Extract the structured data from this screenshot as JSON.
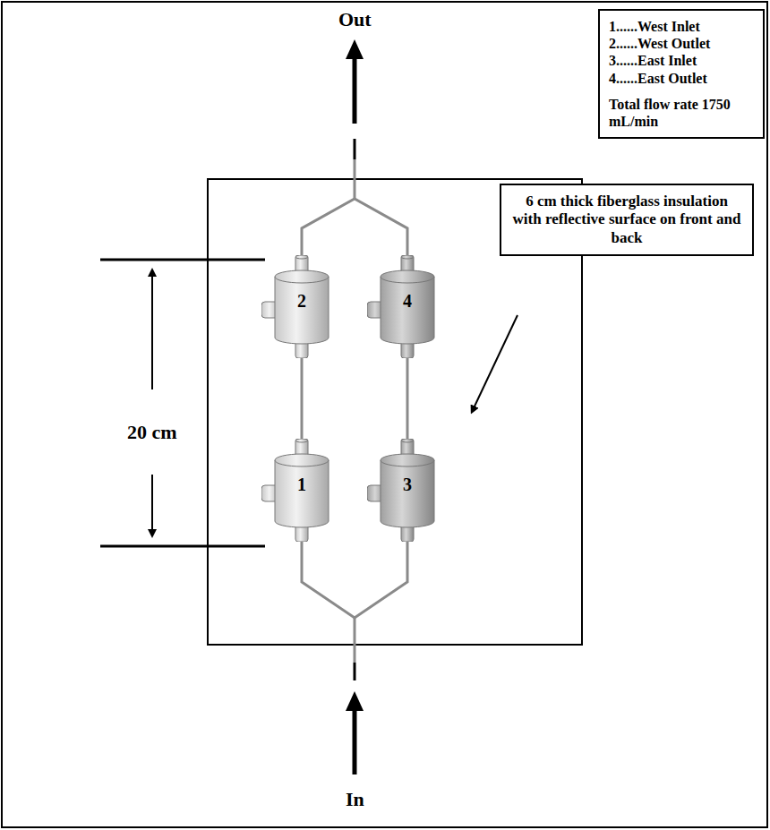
{
  "diagram": {
    "nodes": [
      {
        "text": [
          "1......West Inlet",
          "2......West Outlet",
          "3......East Inlet",
          "4......East Outlet",
          "Total flow rate 1750 mL/min"
        ]
      },
      {
        "text": [
          "6 cm thick fiberglass insulation with reflective surface on front and back"
        ]
      },
      {
        "text": [
          "2"
        ]
      },
      {
        "text": [
          "4"
        ]
      },
      {
        "text": [
          "1"
        ]
      },
      {
        "text": [
          "3"
        ]
      }
    ],
    "edges": [
      {
        "from": 4,
        "to": 2,
        "arrow": "none"
      },
      {
        "from": 5,
        "to": 3,
        "arrow": "none"
      }
    ],
    "labels": [
      "Out",
      "20 cm",
      "In"
    ]
  }
}
